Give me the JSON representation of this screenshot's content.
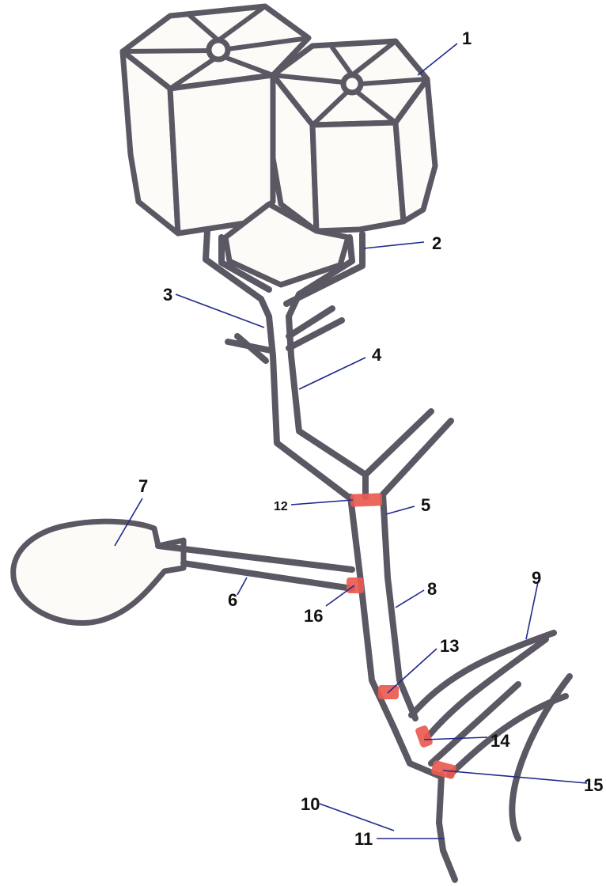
{
  "labels": [
    {
      "id": "1",
      "text": "1"
    },
    {
      "id": "2",
      "text": "2"
    },
    {
      "id": "3",
      "text": "3"
    },
    {
      "id": "4",
      "text": "4"
    },
    {
      "id": "5",
      "text": "5"
    },
    {
      "id": "6",
      "text": "6"
    },
    {
      "id": "7",
      "text": "7"
    },
    {
      "id": "8",
      "text": "8"
    },
    {
      "id": "9",
      "text": "9"
    },
    {
      "id": "10",
      "text": "10"
    },
    {
      "id": "11",
      "text": "11"
    },
    {
      "id": "12",
      "text": "12"
    },
    {
      "id": "13",
      "text": "13"
    },
    {
      "id": "14",
      "text": "14"
    },
    {
      "id": "15",
      "text": "15"
    },
    {
      "id": "16",
      "text": "16"
    }
  ],
  "colors": {
    "outline": "#5b5863",
    "fill": "#fdfbf8",
    "leader": "#1f2a8a",
    "sphincter": "#ea5a50"
  }
}
